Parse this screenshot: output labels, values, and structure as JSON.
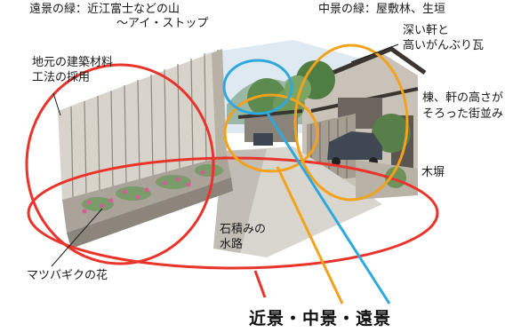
{
  "labels": {
    "far_green": "遠景の緑：近江富士などの山",
    "far_green_2": "～アイ・ストップ",
    "mid_green": "中景の緑：屋敷林、生垣",
    "deep_eaves_1": "深い軒と",
    "deep_eaves_2": "高いがんぶり瓦",
    "local_materials_1": "地元の建築材料",
    "local_materials_2": "工法の採用",
    "ridge_height_1": "棟、軒の高さが",
    "ridge_height_2": "そろった街並み",
    "wooden_fence": "木塀",
    "stone_waterway_1": "石積みの",
    "stone_waterway_2": "水路",
    "flower": "マツバギクの花"
  },
  "title": "近景・中景・遠景",
  "colors": {
    "near_ring": "#e8342a",
    "mid_ring": "#f2a21b",
    "far_ring": "#2fa8dc",
    "leader": "#1a1a1a"
  }
}
